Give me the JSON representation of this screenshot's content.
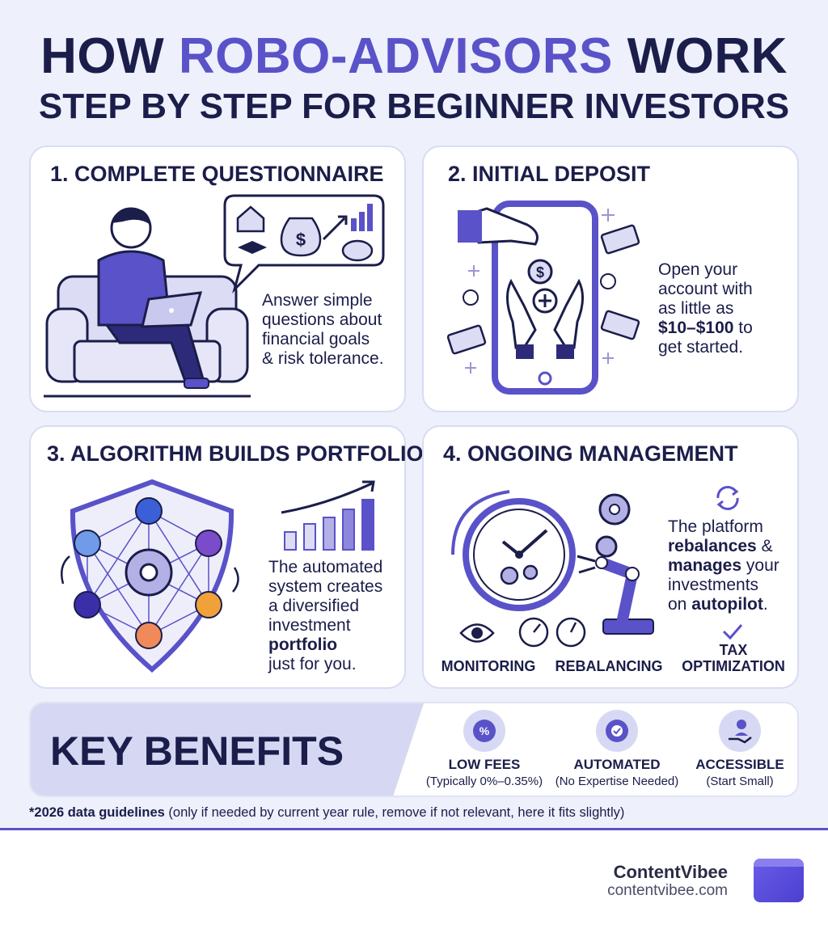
{
  "header": {
    "title_pre": "HOW",
    "title_accent": "ROBO-ADVISORS",
    "title_post": "WORK",
    "subtitle": "STEP BY STEP FOR BEGINNER INVESTORS"
  },
  "steps": [
    {
      "title": "1. COMPLETE QUESTIONNAIRE",
      "text_lines": [
        "Answer simple",
        "questions about",
        "financial goals",
        "& risk tolerance."
      ]
    },
    {
      "title": "2. INITIAL DEPOSIT",
      "text_a": "Open your",
      "text_b": "account with",
      "text_c": "as little as",
      "text_bold": "$10–$100",
      "text_d": "to",
      "text_e": "get started."
    },
    {
      "title": "3. ALGORITHM BUILDS PORTFOLIO",
      "text_a": "The automated",
      "text_b": "system creates",
      "text_c": "a diversified",
      "text_d": "investment",
      "text_bold": "portfolio",
      "text_e": "just for you."
    },
    {
      "title": "4. ONGOING MANAGEMENT",
      "text_a": "The platform",
      "text_bold1": "rebalances",
      "text_b": "&",
      "text_bold2": "manages",
      "text_c": "your",
      "text_d": "investments",
      "text_e": "on",
      "text_bold3": "autopilot",
      "text_f": ".",
      "labels": [
        "MONITORING",
        "REBALANCING",
        "TAX",
        "OPTIMIZATION"
      ]
    }
  ],
  "benefits": {
    "title": "KEY BENEFITS",
    "items": [
      {
        "title": "LOW FEES",
        "sub": "(Typically 0%–0.35%)"
      },
      {
        "title": "AUTOMATED",
        "sub": "(No Expertise Needed)"
      },
      {
        "title": "ACCESSIBLE",
        "sub": "(Start Small)"
      }
    ]
  },
  "footnote": {
    "bold": "*2026 data guidelines",
    "rest": "(only if needed by current year rule, remove if not relevant, here it fits slightly)"
  },
  "brand": {
    "name": "ContentVibee",
    "url": "contentvibee.com"
  },
  "colors": {
    "accent": "#5a52c8",
    "dark": "#1b1d4a",
    "light_purple": "#d6d8f3"
  }
}
